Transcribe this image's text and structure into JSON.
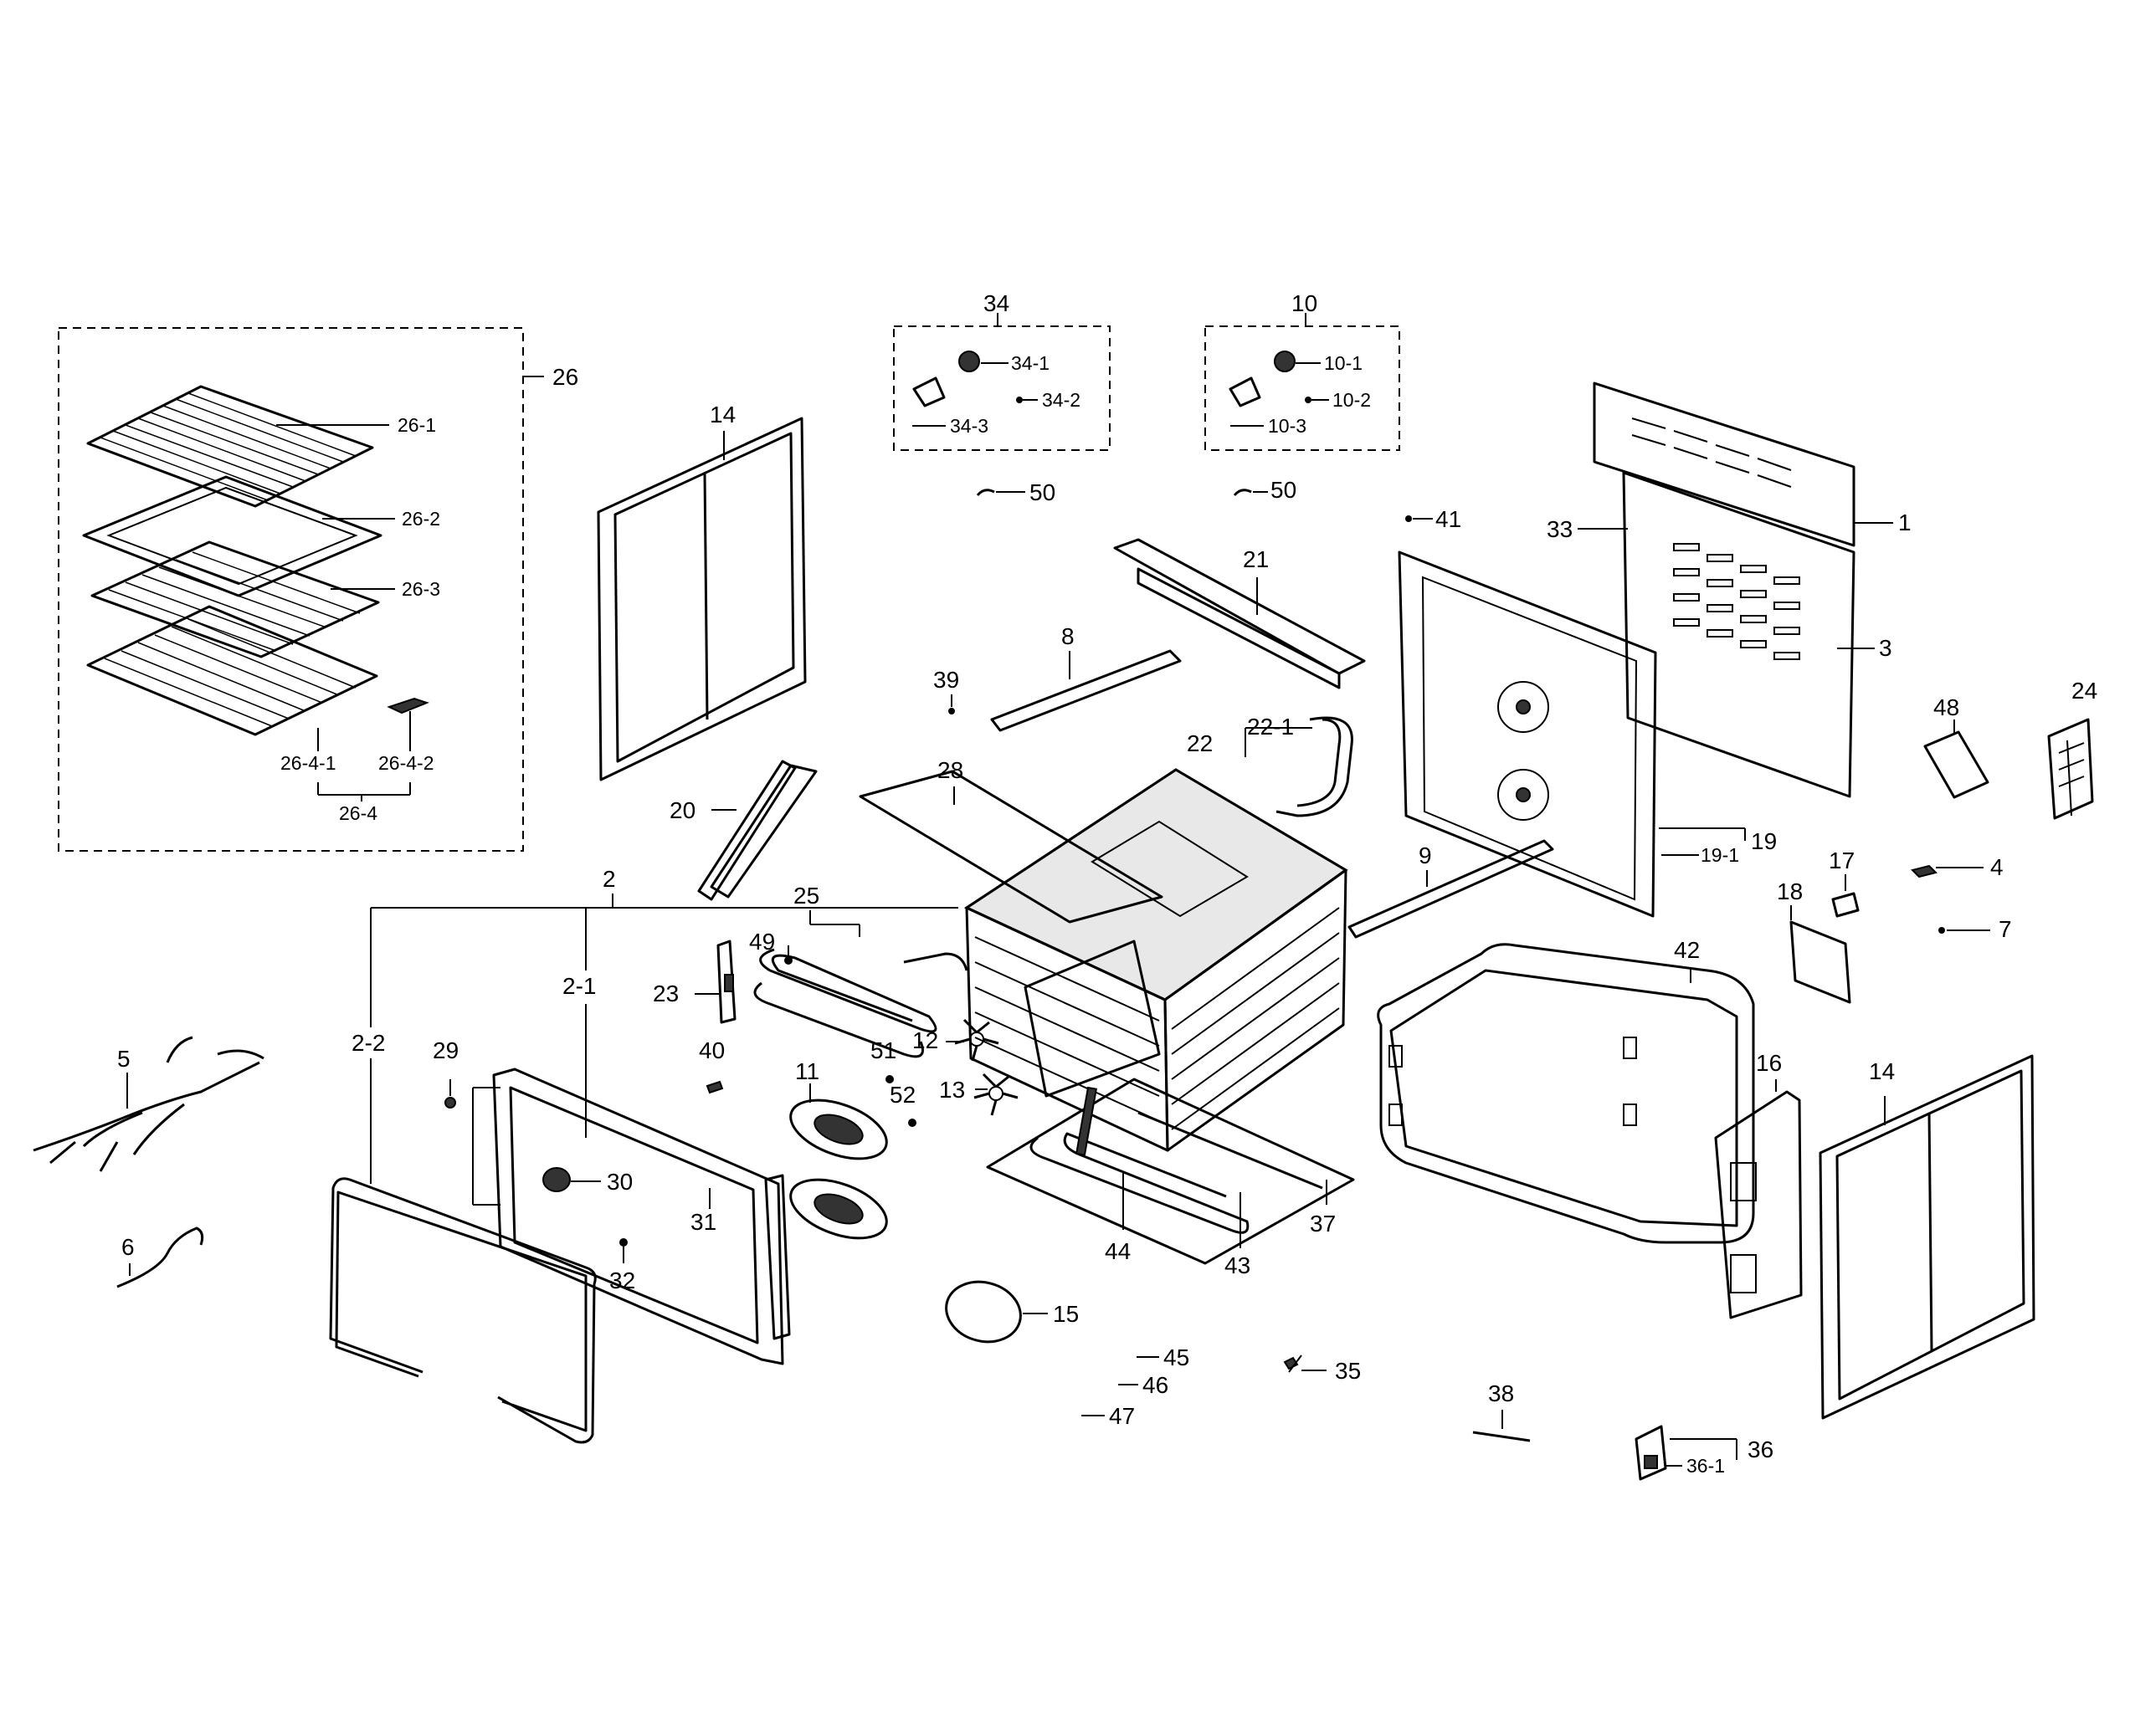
{
  "labels": {
    "l1": "1",
    "l2": "2",
    "l2_1": "2-1",
    "l2_2": "2-2",
    "l3": "3",
    "l4": "4",
    "l5": "5",
    "l6": "6",
    "l7": "7",
    "l8": "8",
    "l9": "9",
    "l10": "10",
    "l10_1": "10-1",
    "l10_2": "10-2",
    "l10_3": "10-3",
    "l11": "11",
    "l12": "12",
    "l13": "13",
    "l14a": "14",
    "l14b": "14",
    "l15": "15",
    "l16": "16",
    "l17": "17",
    "l18": "18",
    "l19": "19",
    "l19_1": "19-1",
    "l20": "20",
    "l21": "21",
    "l22": "22",
    "l22_1": "22-1",
    "l23": "23",
    "l24": "24",
    "l25": "25",
    "l26": "26",
    "l26_1": "26-1",
    "l26_2": "26-2",
    "l26_3": "26-3",
    "l26_4": "26-4",
    "l26_4_1": "26-4-1",
    "l26_4_2": "26-4-2",
    "l28": "28",
    "l29": "29",
    "l30": "30",
    "l31": "31",
    "l32": "32",
    "l33": "33",
    "l34": "34",
    "l34_1": "34-1",
    "l34_2": "34-2",
    "l34_3": "34-3",
    "l35": "35",
    "l36": "36",
    "l36_1": "36-1",
    "l37": "37",
    "l38": "38",
    "l39": "39",
    "l40": "40",
    "l41": "41",
    "l42": "42",
    "l43": "43",
    "l44": "44",
    "l45": "45",
    "l46": "46",
    "l47": "47",
    "l48": "48",
    "l49": "49",
    "l50a": "50",
    "l50b": "50",
    "l51": "51",
    "l52": "52"
  }
}
